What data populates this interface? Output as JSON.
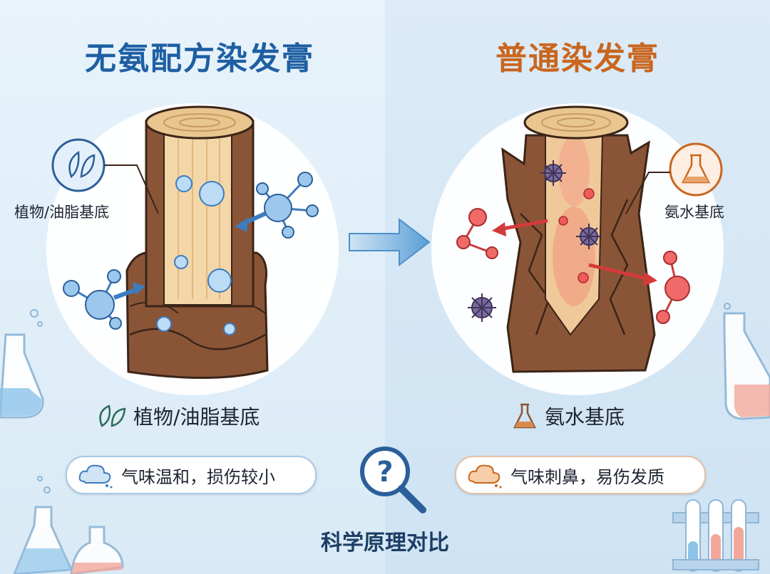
{
  "left": {
    "title": "无氨配方染发膏",
    "callout_label": "植物/油脂基底",
    "base_label": "植物/油脂基底",
    "pill_text": "气味温和，损伤较小",
    "title_color": "#1e5fa3",
    "icon": "leaf-icon"
  },
  "right": {
    "title": "普通染发膏",
    "callout_label": "氨水基底",
    "base_label": "氨水基底",
    "pill_text": "气味刺鼻，易伤发质",
    "title_color": "#c9661e",
    "icon": "flask-icon"
  },
  "center": {
    "caption": "科学原理对比",
    "icon": "magnifier-question-icon"
  }
}
